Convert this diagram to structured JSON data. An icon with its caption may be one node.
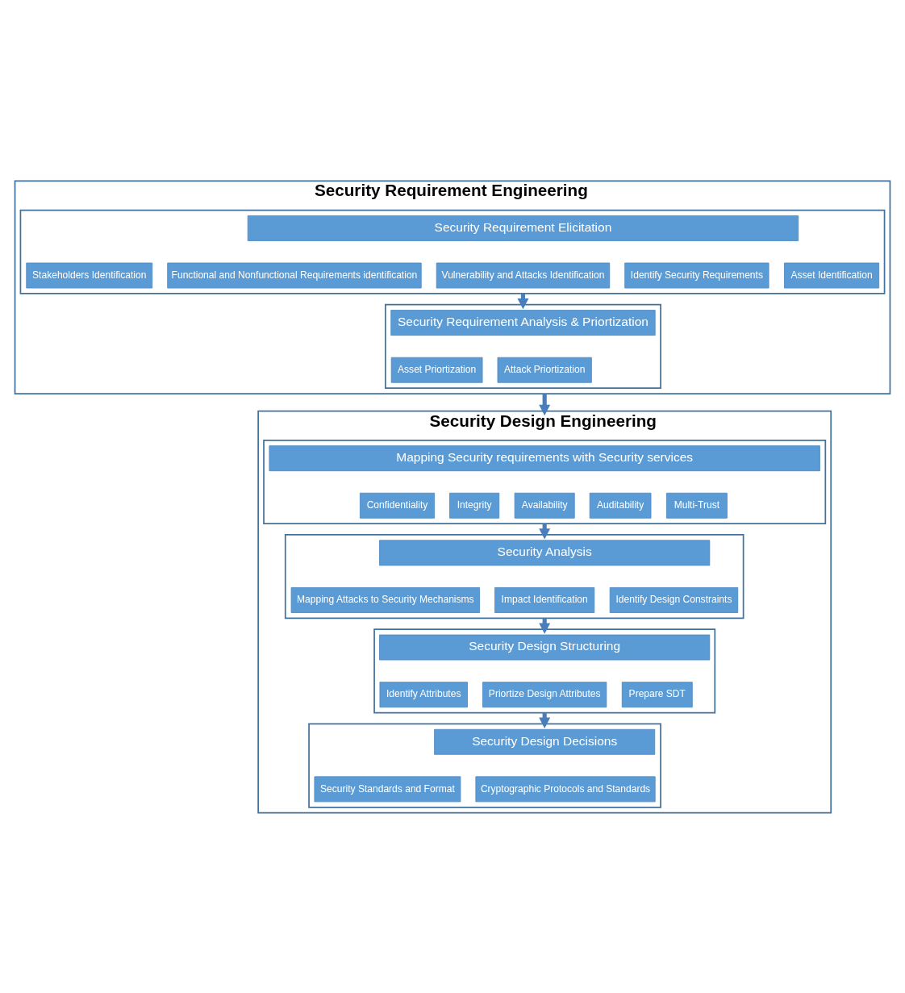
{
  "diagram": {
    "nodes": [
      {
        "text": [
          "Security Requirement Engineering"
        ]
      },
      {
        "text": [],
        "shape": "box",
        "in": 0
      },
      {
        "text": [
          "Security Requirement Elicitation"
        ],
        "in": 1
      },
      {
        "text": [
          "Stakeholders Identification"
        ],
        "in": 1
      },
      {
        "text": [
          "Functional and Nonfunctional Requirements identification"
        ],
        "in": 1
      },
      {
        "text": [
          "Vulnerability and Attacks Identification"
        ],
        "in": 1
      },
      {
        "text": [
          "Identify Security Requirements"
        ],
        "in": 1
      },
      {
        "text": [
          "Asset Identification"
        ],
        "in": 1
      },
      {
        "text": [],
        "shape": "box",
        "in": 0
      },
      {
        "text": [
          "Security Requirement Analysis & Priortization"
        ],
        "in": 8
      },
      {
        "text": [
          "Asset Priortization"
        ],
        "in": 8
      },
      {
        "text": [
          "Attack Priortization"
        ],
        "in": 8
      },
      {
        "text": [
          "Security Design Engineering"
        ]
      },
      {
        "text": [],
        "shape": "box",
        "in": 12
      },
      {
        "text": [
          "Mapping Security requirements with Security services"
        ],
        "in": 13
      },
      {
        "text": [
          "Confidentiality"
        ],
        "in": 13
      },
      {
        "text": [
          "Integrity"
        ],
        "in": 13
      },
      {
        "text": [
          "Availability"
        ],
        "in": 13
      },
      {
        "text": [
          "Auditability"
        ],
        "in": 13
      },
      {
        "text": [
          "Multi-Trust"
        ],
        "in": 13
      },
      {
        "text": [],
        "shape": "box",
        "in": 12
      },
      {
        "text": [
          "Security Analysis"
        ],
        "in": 20
      },
      {
        "text": [
          "Mapping Attacks to Security Mechanisms"
        ],
        "in": 20
      },
      {
        "text": [
          "Impact Identification"
        ],
        "in": 20
      },
      {
        "text": [
          "Identify Design Constraints"
        ],
        "in": 20
      },
      {
        "text": [],
        "shape": "box",
        "in": 12
      },
      {
        "text": [
          "Security Design Structuring"
        ],
        "in": 25
      },
      {
        "text": [
          "Identify Attributes"
        ],
        "in": 25
      },
      {
        "text": [
          "Priortize Design Attributes"
        ],
        "in": 25
      },
      {
        "text": [
          "Prepare SDT"
        ],
        "in": 25
      },
      {
        "text": [],
        "shape": "box",
        "in": 12
      },
      {
        "text": [
          "Security Design Decisions"
        ],
        "in": 30
      },
      {
        "text": [
          "Security Standards and Format"
        ],
        "in": 30
      },
      {
        "text": [
          "Cryptographic Protocols and Standards"
        ],
        "in": 30
      }
    ],
    "edges": [
      {
        "from": 1,
        "to": 8,
        "arrow": "to"
      },
      {
        "from": 0,
        "to": 12,
        "arrow": "to"
      },
      {
        "from": 13,
        "to": 20,
        "arrow": "to"
      },
      {
        "from": 20,
        "to": 25,
        "arrow": "to"
      },
      {
        "from": 25,
        "to": 30,
        "arrow": "to"
      }
    ]
  }
}
